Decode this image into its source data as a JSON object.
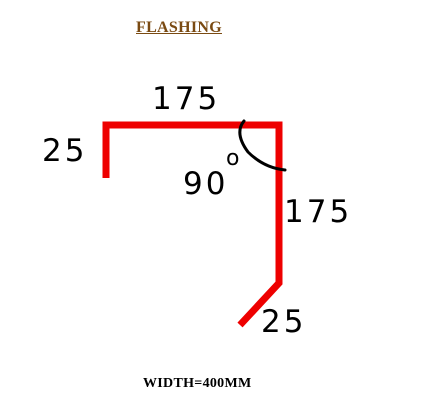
{
  "title": "FLASHING",
  "footer": "WIDTH=400MM",
  "dimensions": {
    "top_length": "175",
    "left_return": "25",
    "angle": "90",
    "angle_degree_mark": "o",
    "right_length": "175",
    "bottom_return": "25"
  },
  "colors": {
    "title": "#7a4a12",
    "profile_line": "#ee0000",
    "angle_arc": "#000000",
    "text": "#000000"
  },
  "icons": {
    "profile": "flashing-profile-line",
    "angle": "angle-arc-icon"
  }
}
